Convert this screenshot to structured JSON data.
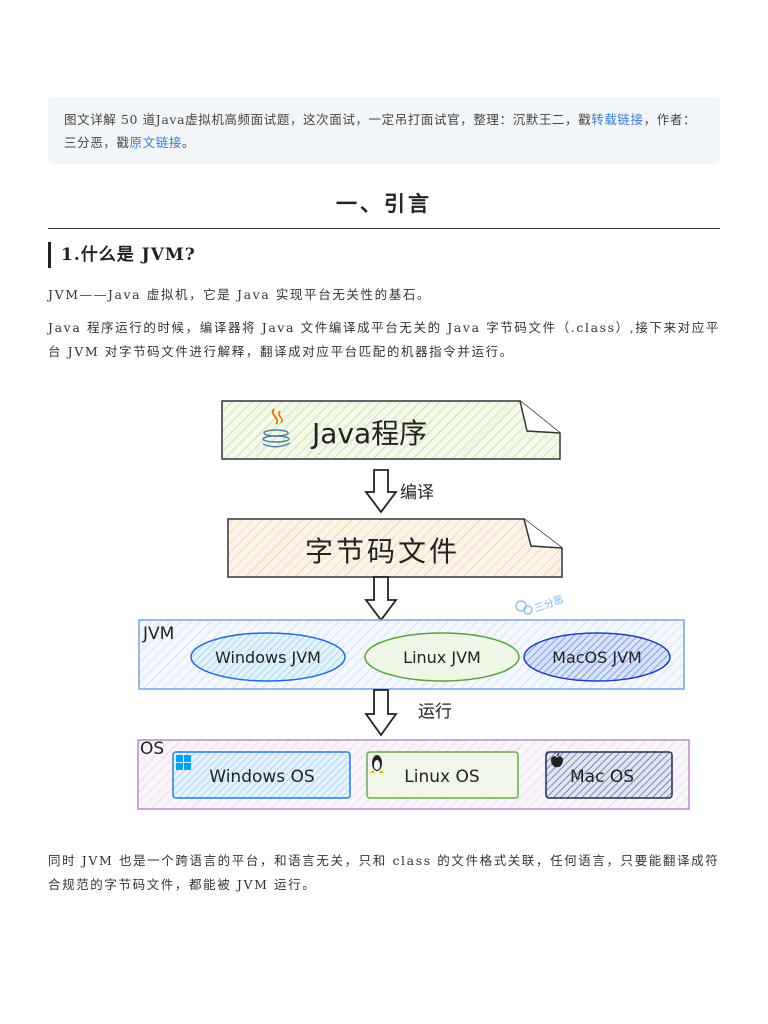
{
  "notice": {
    "text1": "图文详解 50 道Java虚拟机高频面试题，这次面试，一定吊打面试官，整理：沉默王二，戳",
    "link1": "转载链接",
    "text2": "，作者：三分恶，戳",
    "link2": "原文链接",
    "text3": "。"
  },
  "section_title": "一、引言",
  "question_title": "1.什么是 JVM?",
  "para1": "JVM——Java 虚拟机，它是 Java 实现平台无关性的基石。",
  "para2": "Java 程序运行的时候，编译器将 Java 文件编译成平台无关的 Java 字节码文件（.class）,接下来对应平台 JVM 对字节码文件进行解释，翻译成对应平台匹配的机器指令并运行。",
  "para3": "同时 JVM 也是一个跨语言的平台，和语言无关，只和 class 的文件格式关联，任何语言，只要能翻译成符合规范的字节码文件，都能被 JVM 运行。",
  "diagram": {
    "java_box": "Java程序",
    "compile_label": "编译",
    "bytecode_box": "字节码文件",
    "watermark": "三分恶",
    "jvm_label": "JVM",
    "jvm_items": [
      "Windows JVM",
      "Linux JVM",
      "MacOS JVM"
    ],
    "run_label": "运行",
    "os_label": "OS",
    "os_items": [
      "Windows OS",
      "Linux OS",
      "Mac OS"
    ]
  }
}
